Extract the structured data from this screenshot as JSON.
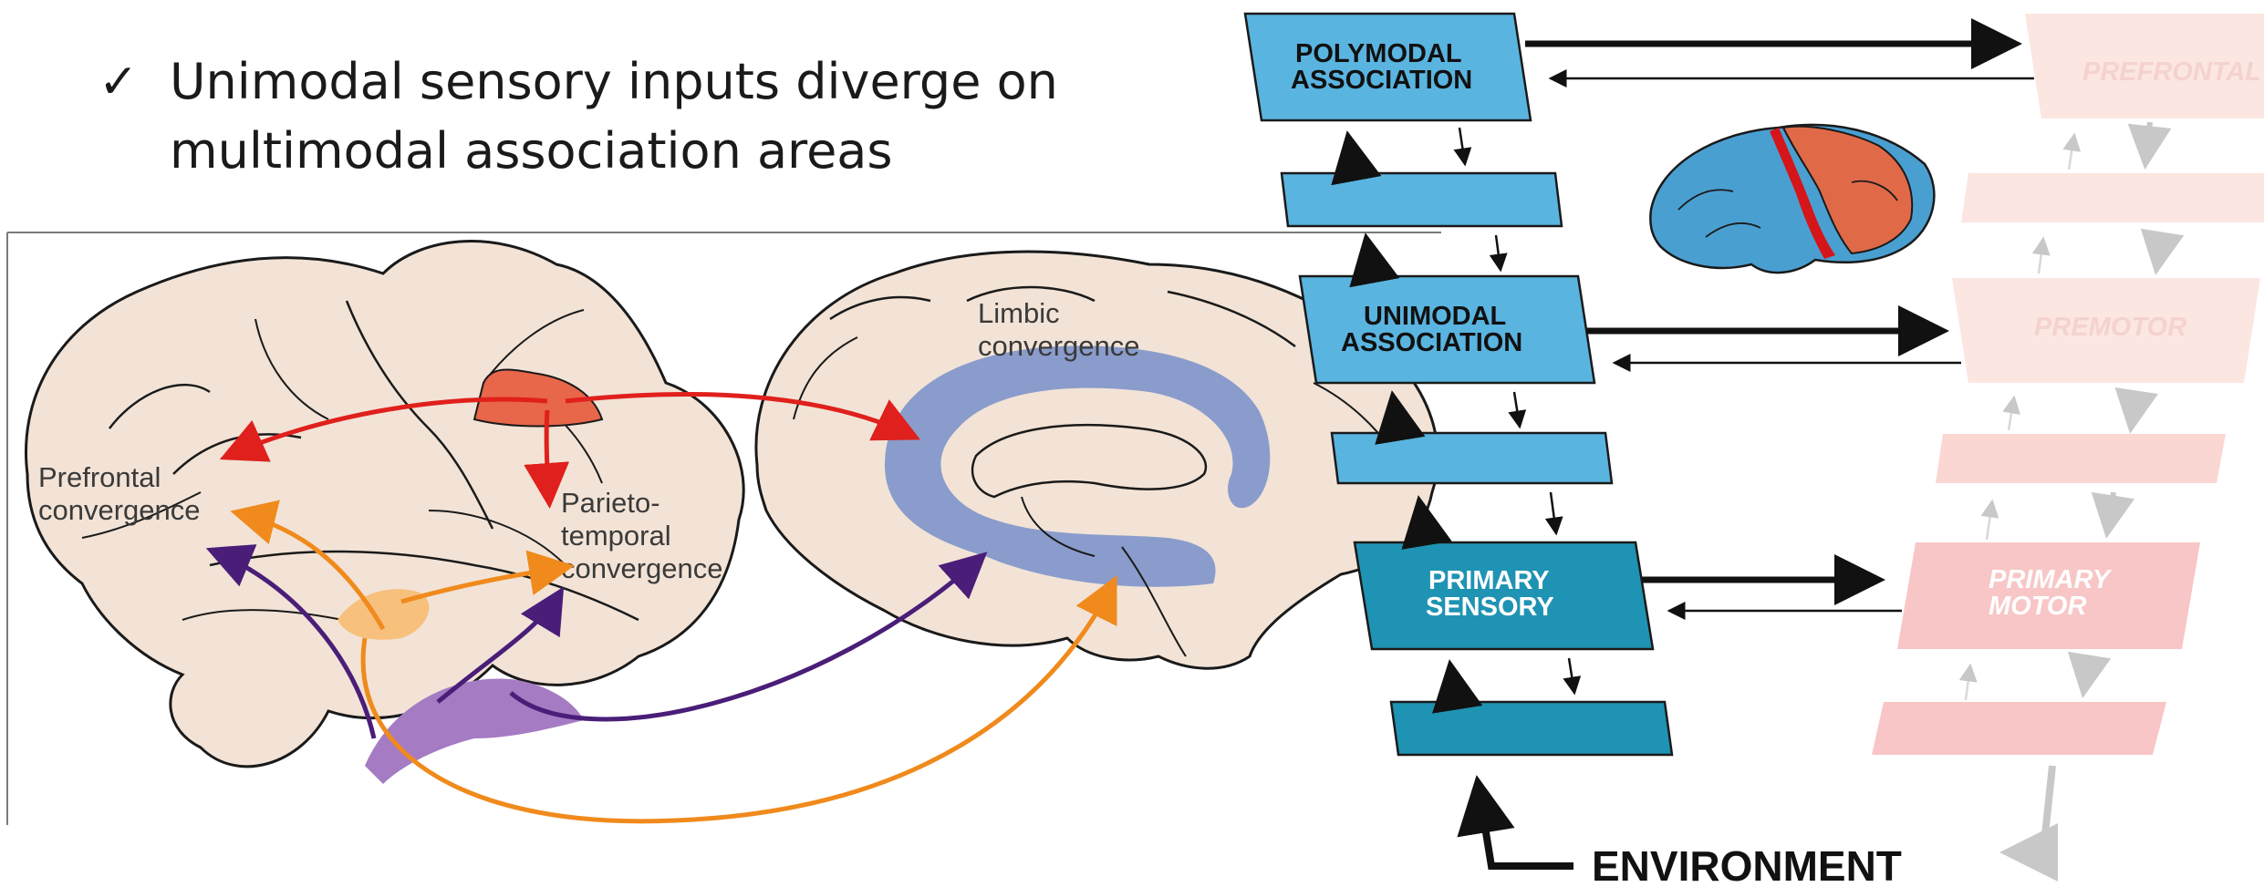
{
  "bullet": {
    "check": "✓",
    "line1": "Unimodal sensory inputs diverge on",
    "line2": "multimodal association areas"
  },
  "brain_labels": {
    "prefrontal": [
      "Prefrontal",
      "convergence"
    ],
    "parietotemporal": [
      "Parieto-",
      "temporal",
      "convergence"
    ],
    "limbic": [
      "Limbic",
      "convergence"
    ]
  },
  "hierarchy_left": {
    "polymodal": [
      "POLYMODAL",
      "ASSOCIATION"
    ],
    "unimodal": [
      "UNIMODAL",
      "ASSOCIATION"
    ],
    "primary": [
      "PRIMARY",
      "SENSORY"
    ]
  },
  "hierarchy_right": {
    "prefrontal": "PREFRONTAL",
    "premotor": "PREMOTOR",
    "primary": [
      "PRIMARY",
      "MOTOR"
    ]
  },
  "environment": "ENVIRONMENT",
  "colors": {
    "brain_fill": "#f2e3d6",
    "red_arrow": "#e0201c",
    "orange_arrow": "#f08a1c",
    "purple_arrow": "#4a1e78",
    "limbic_band": "#8a9ccc",
    "box_light_blue": "#5ab4e0",
    "box_teal": "#1f93b3",
    "box_faded_pink": "#f9d6d1",
    "box_faded_pink_strong": "#f5c0c0"
  }
}
